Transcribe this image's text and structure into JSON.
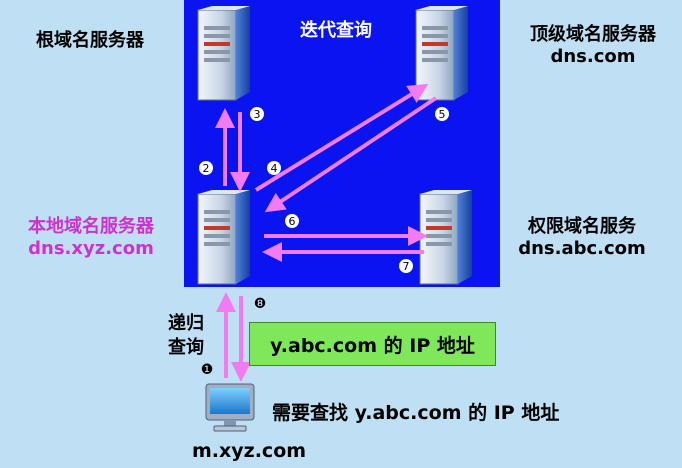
{
  "diagram": {
    "title": "迭代查询",
    "root_server": {
      "label": "根域名服务器"
    },
    "tld_server": {
      "label": "顶级域名服务器",
      "host": "dns.com"
    },
    "local_server": {
      "label": "本地域名服务器",
      "host": "dns.xyz.com"
    },
    "auth_server": {
      "label": "权限域名服务",
      "host": "dns.abc.com"
    },
    "recursive_query": {
      "line1": "递归",
      "line2": "查询"
    },
    "answer": "y.abc.com 的 IP 地址",
    "client": {
      "request": "需要查找 y.abc.com 的 IP 地址",
      "host": "m.xyz.com"
    },
    "steps": [
      "❶",
      "2",
      "3",
      "4",
      "5",
      "6",
      "7",
      "❽"
    ],
    "colors": {
      "background": "#bfe0f4",
      "panel": "#0a14f0",
      "arrow": "#f27bf2",
      "local_label": "#cc33cc",
      "answer_box": "#7ee85a"
    }
  }
}
